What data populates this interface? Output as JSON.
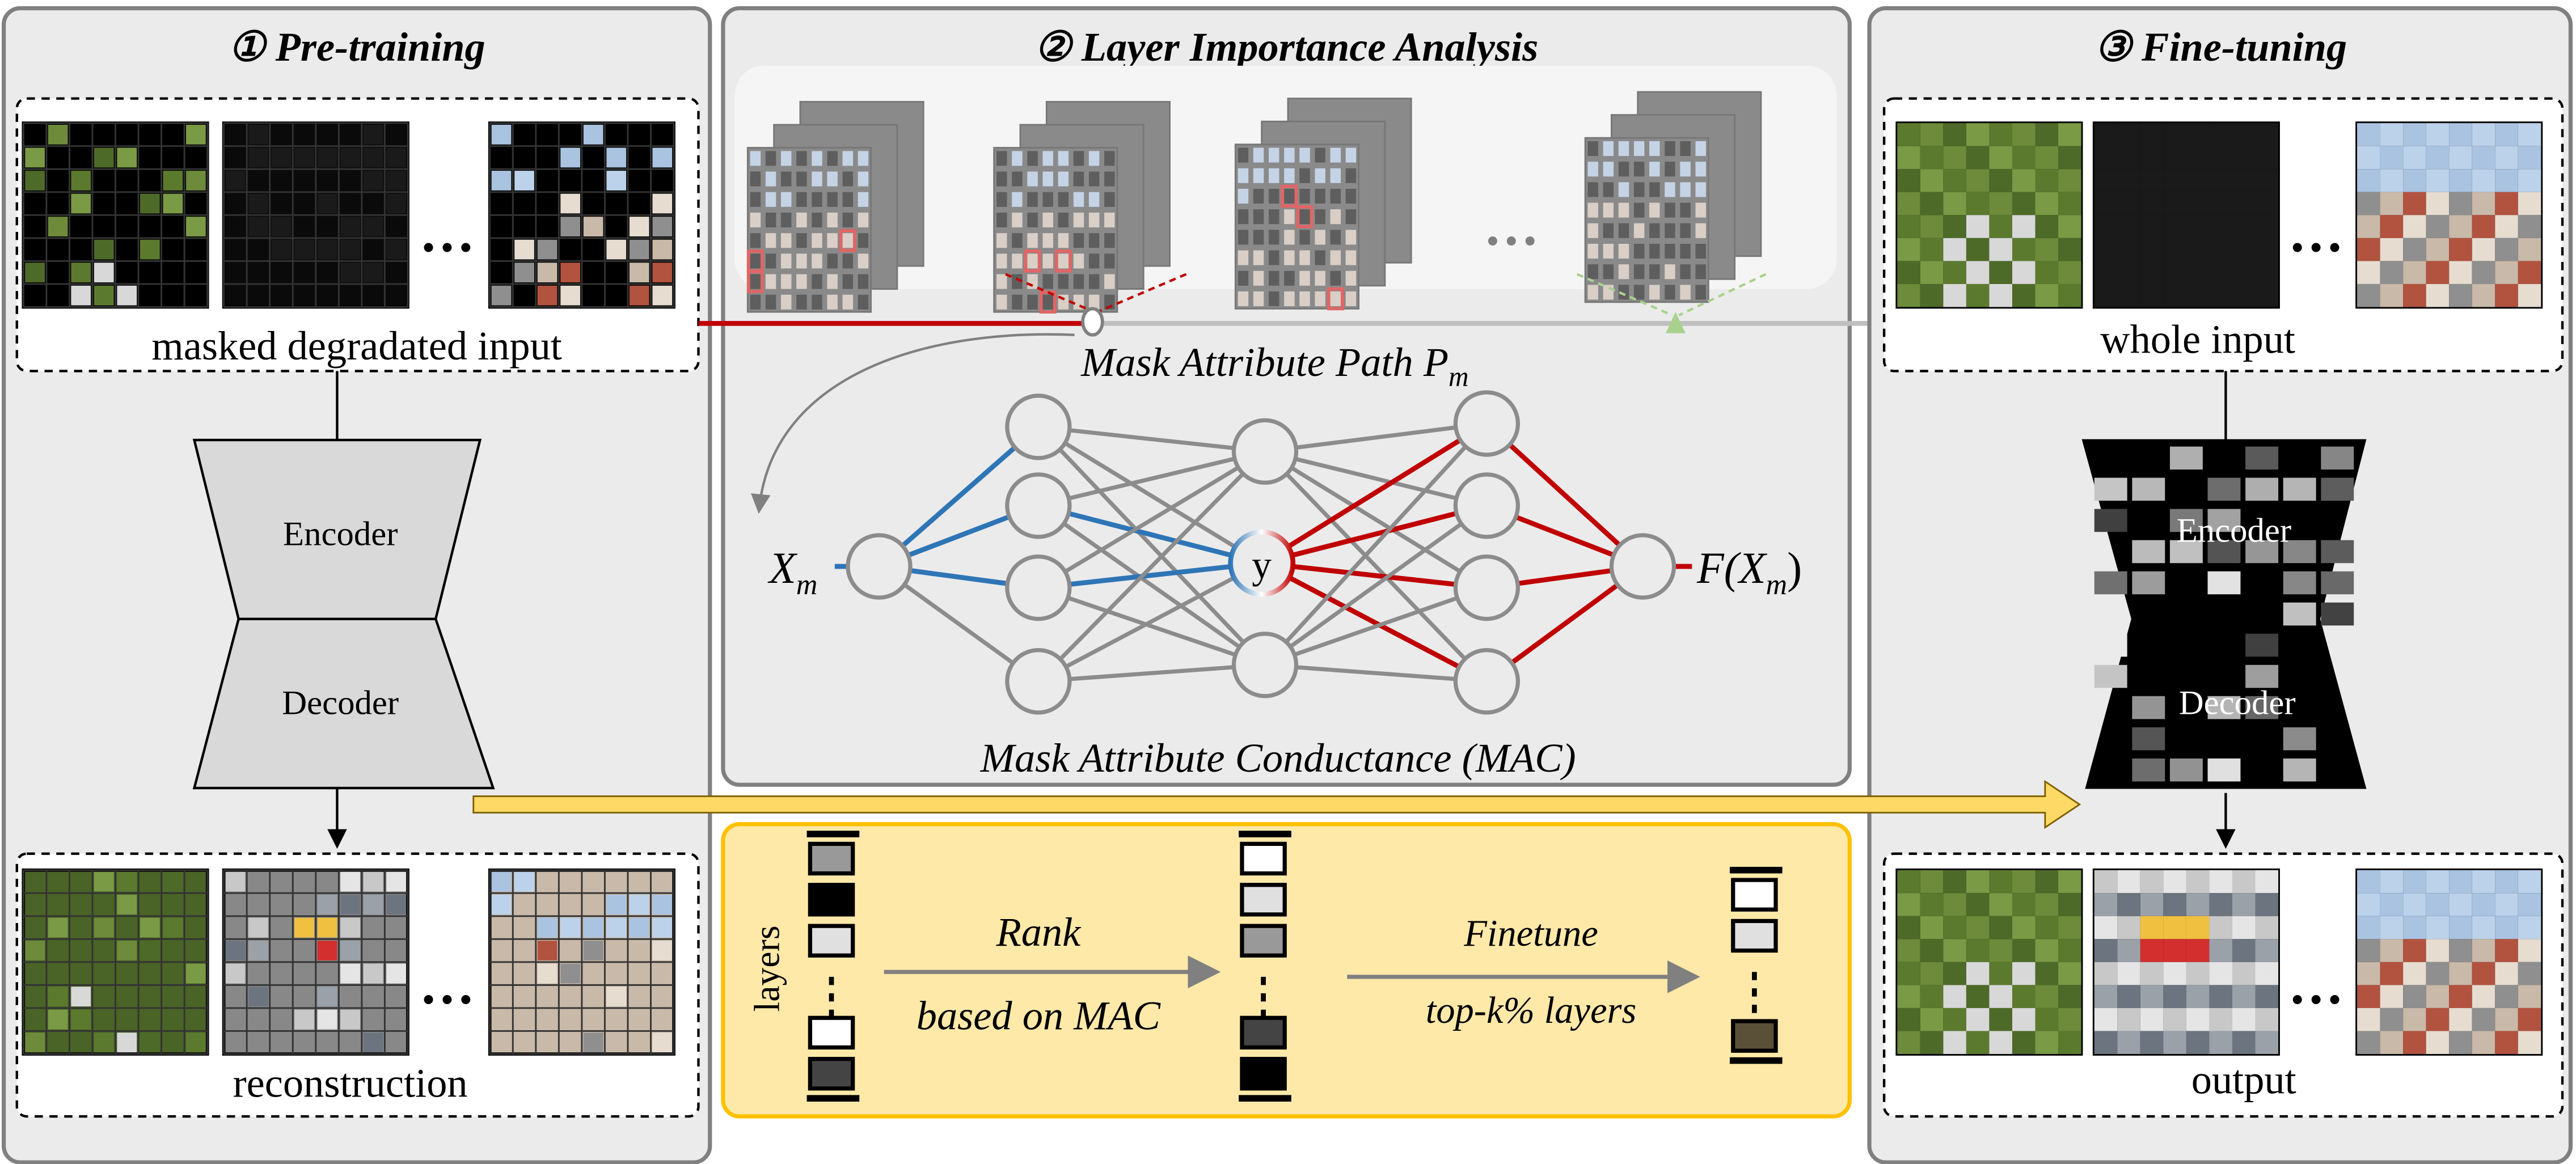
{
  "panels": {
    "pretraining": {
      "title": "① Pre-training",
      "input_label": "masked degradated input",
      "encoder": "Encoder",
      "decoder": "Decoder",
      "output_label": "reconstruction",
      "ellipsis": "···"
    },
    "analysis": {
      "title": "② Layer Importance Analysis",
      "path_label": "Mask Attribute Path P",
      "path_sub": "m",
      "input_node": "X",
      "input_sub": "m",
      "hidden_node": "y",
      "output_node_prefix": "F(X",
      "output_node_sub": "m",
      "output_node_suffix": ")",
      "mac_label": "Mask Attribute Conductance (MAC)",
      "ellipsis": "···"
    },
    "ranking": {
      "axis_label": "layers",
      "rank_top": "Rank",
      "rank_bottom": "based on MAC",
      "finetune_top": "Finetune",
      "finetune_bottom": "top-k% layers"
    },
    "finetuning": {
      "title": "③ Fine-tuning",
      "input_label": "whole input",
      "encoder": "Encoder",
      "decoder": "Decoder",
      "output_label": "output",
      "ellipsis": "···"
    }
  },
  "colors": {
    "panel_bg": "#ebebeb",
    "panel_border": "#808080",
    "rank_bg": "#fee9a9",
    "rank_border": "#ffc000",
    "attribution_red": "#c00000",
    "attribution_blue": "#2e75b6",
    "path_gray": "#bfbfbf",
    "green": "#a9d18e",
    "arrow_yellow": "#ffd966"
  }
}
